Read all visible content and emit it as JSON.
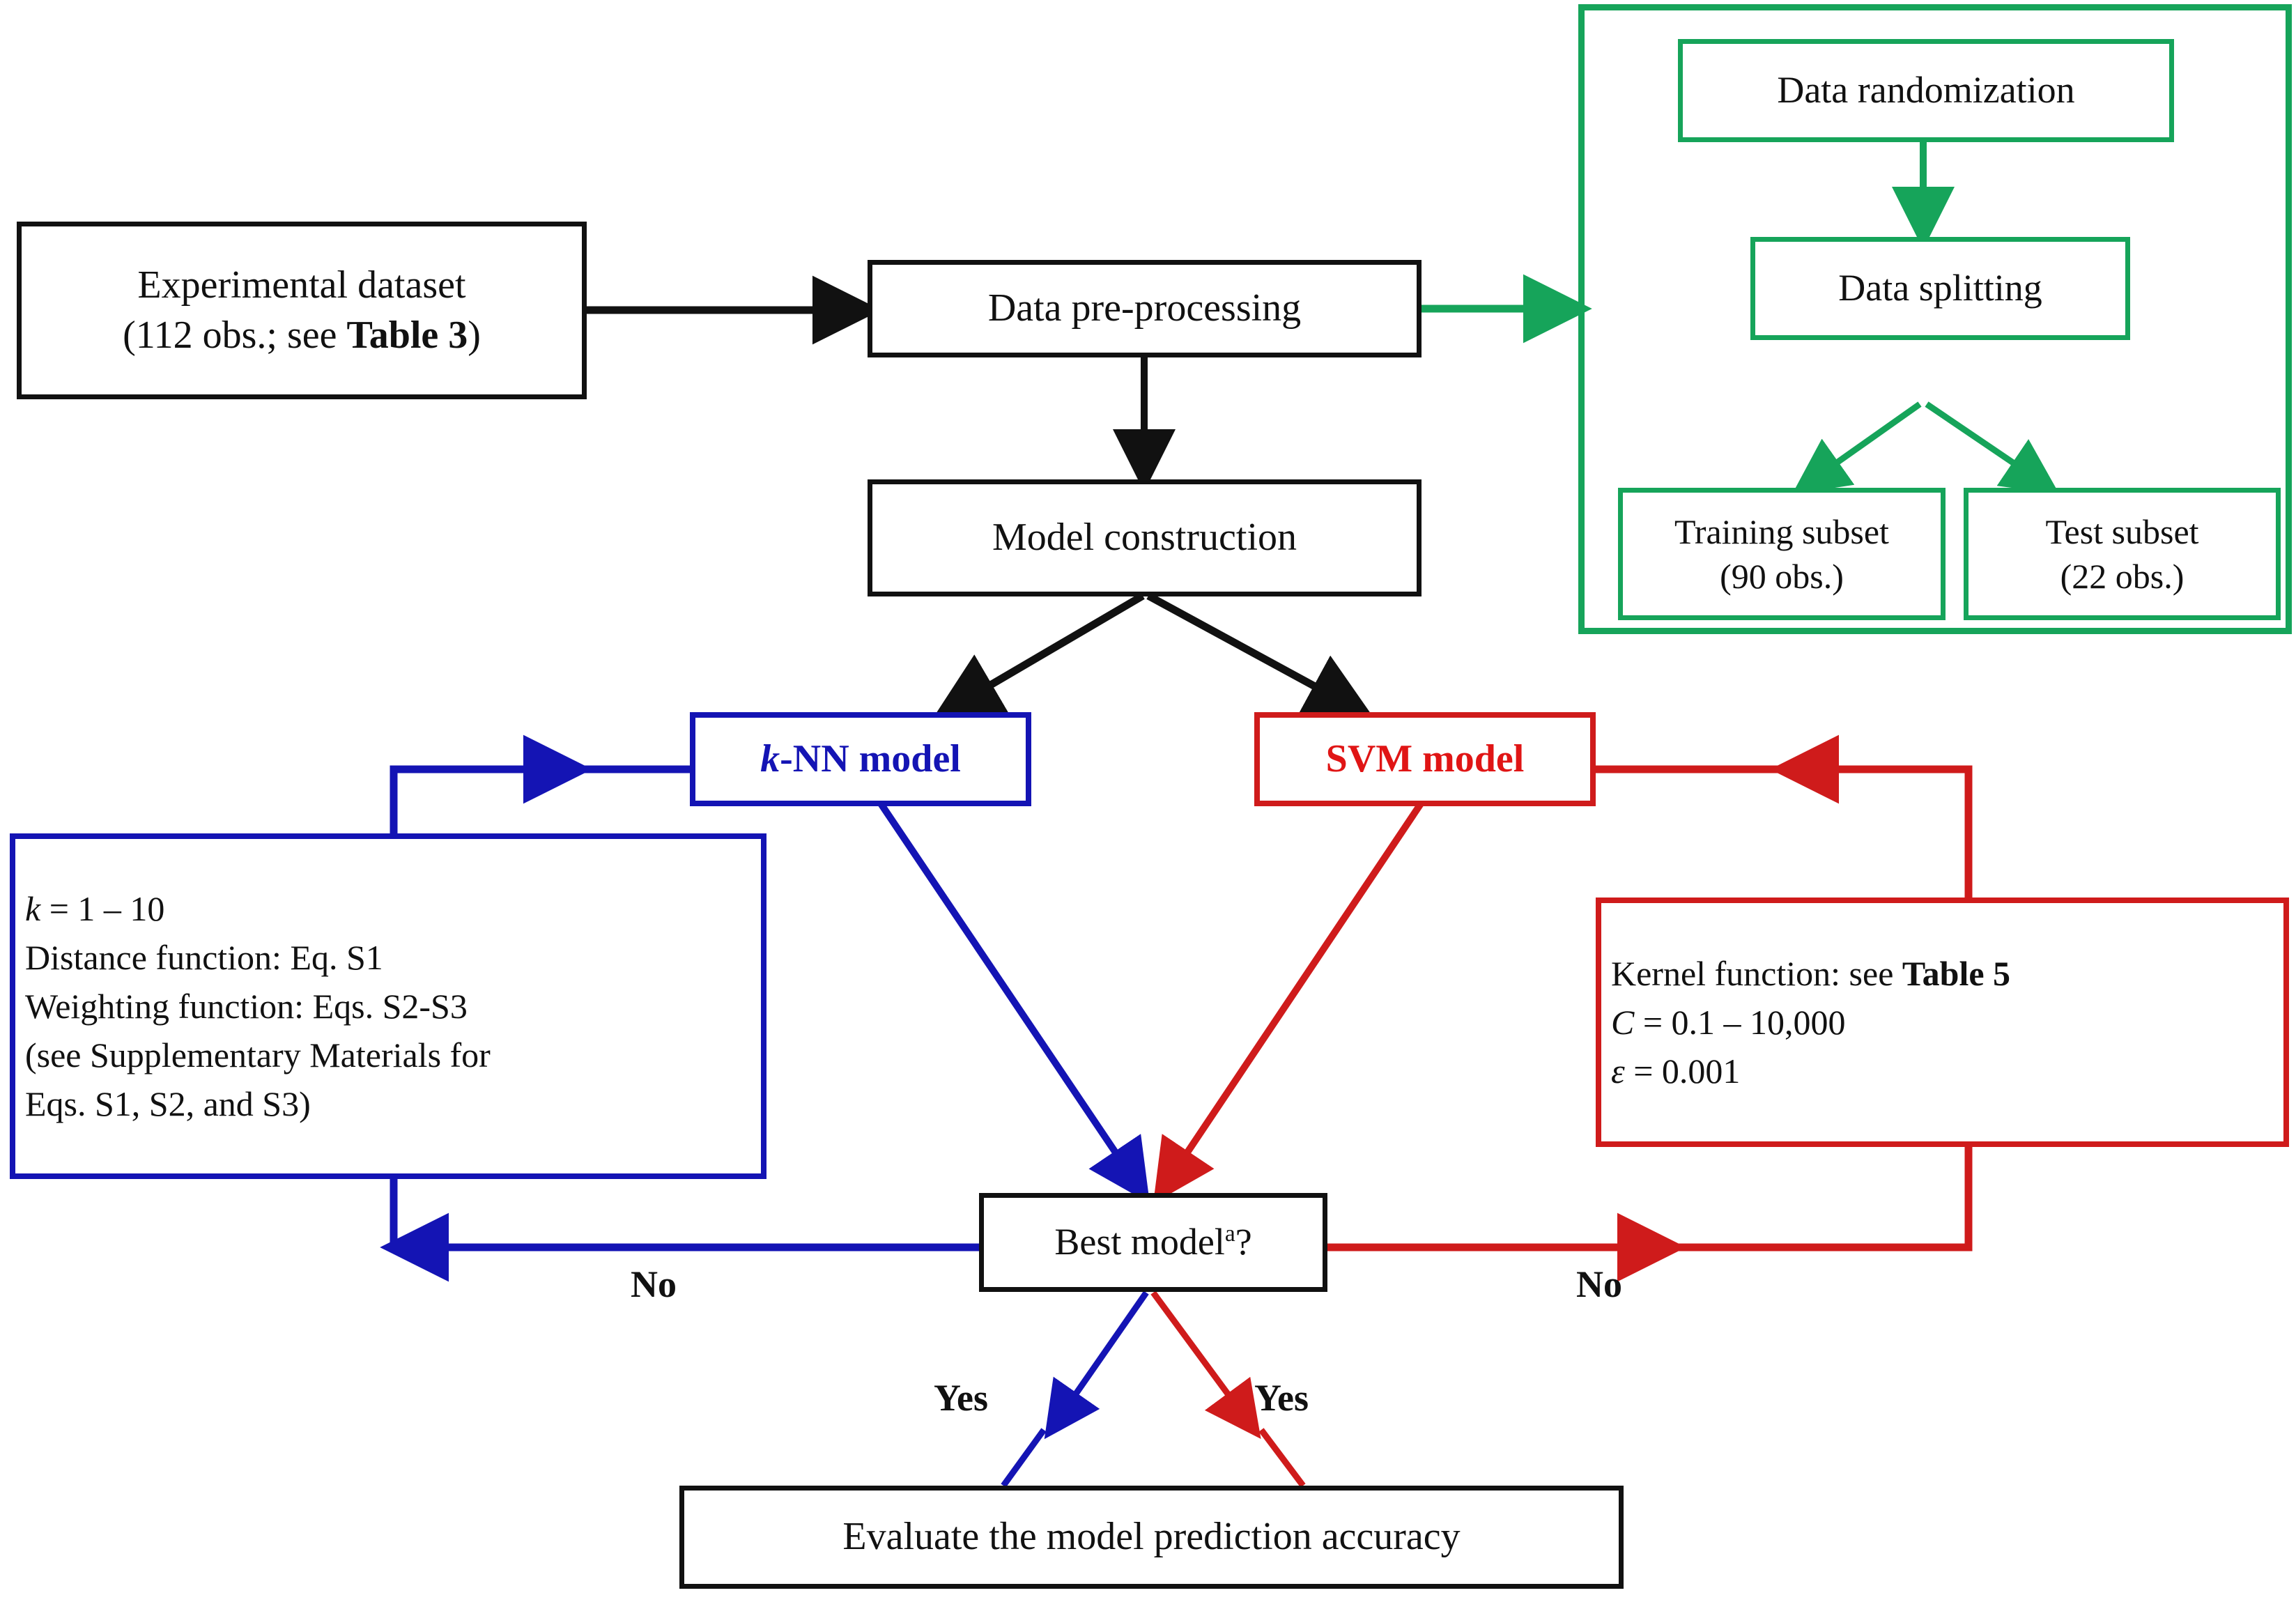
{
  "diagram": {
    "title": "Machine learning model development workflow",
    "colors": {
      "black": "#111111",
      "green": "#16a45a",
      "blue": "#1414b4",
      "red": "#cf1b1b",
      "red_text": "#e01515"
    },
    "nodes": {
      "experimental_dataset": {
        "line1": "Experimental dataset",
        "line2_prefix": "(112 obs.; see ",
        "line2_bold": "Table 3",
        "line2_suffix": ")"
      },
      "data_preprocessing": {
        "label": "Data pre-processing"
      },
      "model_construction": {
        "label": "Model construction"
      },
      "data_randomization": {
        "label": "Data randomization"
      },
      "data_splitting": {
        "label": "Data splitting"
      },
      "training_subset": {
        "line1": "Training subset",
        "line2": "(90 obs.)"
      },
      "test_subset": {
        "line1": "Test subset",
        "line2": "(22 obs.)"
      },
      "knn_model": {
        "label_italic": "k",
        "label_rest": "-NN model"
      },
      "svm_model": {
        "label": "SVM model"
      },
      "knn_params": {
        "line1_italic": "k",
        "line1_rest": " = 1 – 10",
        "line2": "Distance function: Eq. S1",
        "line3": "Weighting function: Eqs. S2-S3",
        "line4": "(see Supplementary Materials for",
        "line5": "Eqs. S1, S2, and S3)"
      },
      "svm_params": {
        "line1_prefix": "Kernel function: see ",
        "line1_bold": "Table 5",
        "line2_italic": "C",
        "line2_rest": " = 0.1 – 10,000",
        "line3_italic": "ε",
        "line3_rest": " = 0.001"
      },
      "best_model": {
        "label": "Best model",
        "superscript": "a",
        "suffix": "?"
      },
      "evaluate": {
        "label": "Evaluate the model prediction accuracy"
      }
    },
    "edge_labels": {
      "no_left": "No",
      "no_right": "No",
      "yes_left": "Yes",
      "yes_right": "Yes"
    }
  }
}
